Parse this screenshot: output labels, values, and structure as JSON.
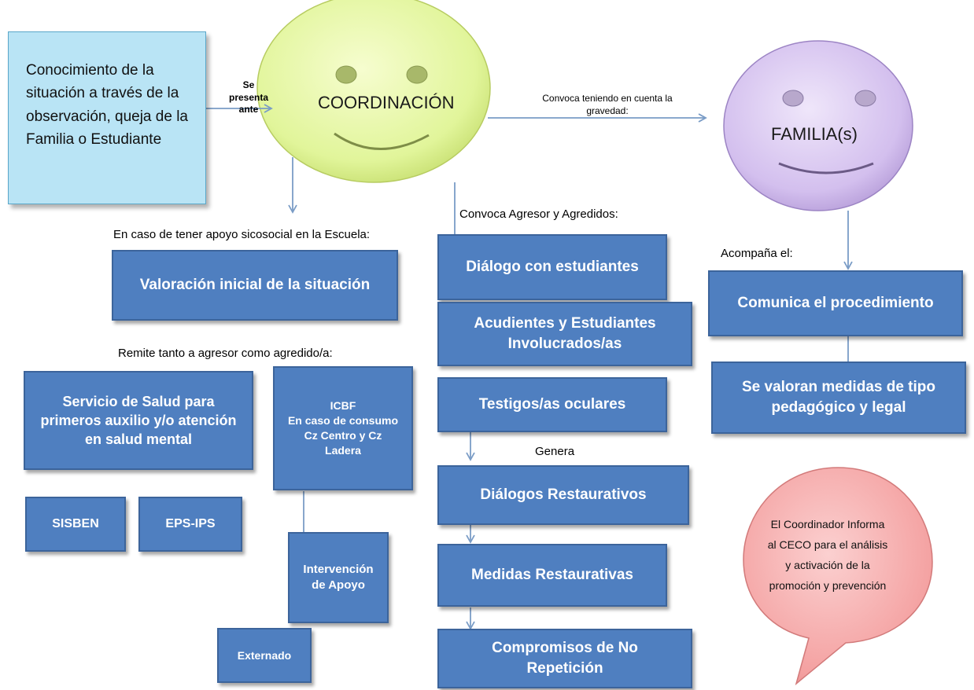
{
  "start": {
    "text": "Conocimiento de la\nsituación a través de la\nobservación, queja de la\nFamilia o Estudiante"
  },
  "arrow_label_presenta": "Se\npresenta\nante",
  "coordinacion": "COORDINACIÓN",
  "familia": "FAMILIA(s)",
  "convoca_gravedad": "Convoca teniendo en cuenta la\ngravedad:",
  "apoyo_sicosocial": "En caso de tener apoyo sicosocial en la Escuela:",
  "valoracion": "Valoración inicial de la situación",
  "remite": "Remite tanto a agresor como agredido/a:",
  "servicio_salud": "Servicio de Salud para\nprimeros auxilio y/o atención\nen salud mental",
  "icbf": "ICBF\nEn caso de consumo\nCz Centro y Cz\nLadera",
  "sisben": "SISBEN",
  "eps": "EPS-IPS",
  "intervencion": "Intervención\nde Apoyo",
  "externado": "Externado",
  "convoca_agresor": "Convoca Agresor y Agredidos:",
  "dialogo": "Diálogo con estudiantes",
  "acudientes": "Acudientes y Estudiantes\nInvolucrados/as",
  "testigos": "Testigos/as oculares",
  "genera": "Genera",
  "dialogos_restaurativos": "Diálogos Restaurativos",
  "medidas_restaurativas": "Medidas Restaurativas",
  "compromisos": "Compromisos de No\nRepetición",
  "acompana": "Acompaña el:",
  "comunica": "Comunica el procedimiento",
  "valoran_medidas": "Se valoran medidas de tipo\npedagógico y legal",
  "ceco": "El Coordinador Informa\nal CECO para el análisis\ny activación de la\npromoción y prevención",
  "colors": {
    "box_fill": "#4f7fc0",
    "start_fill": "#b9e4f5",
    "coordinacion_fill": "#e6f7a3",
    "familia_fill": "#d6c3ee",
    "ceco_fill": "#f7a8a8",
    "arrow": "#7a9cc6"
  }
}
